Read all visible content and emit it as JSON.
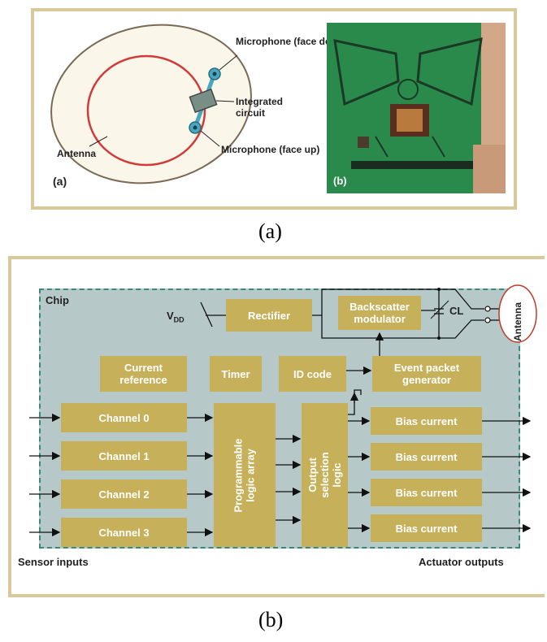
{
  "top_figure": {
    "labels": {
      "microphone_face_down": "Microphone (face down)",
      "integrated_circuit": "Integrated circuit",
      "antenna": "Antenna",
      "microphone_face_up": "Microphone (face up)",
      "sub_a": "(a)",
      "sub_b": "(b)"
    },
    "caption": "(a)"
  },
  "bottom_figure": {
    "chip_label": "Chip",
    "vdd_main": "V",
    "vdd_sub": "DD",
    "blocks": {
      "rectifier": "Rectifier",
      "backscatter_modulator": "Backscatter modulator",
      "current_reference": "Current reference",
      "timer": "Timer",
      "id_code": "ID code",
      "event_packet_generator": "Event packet generator",
      "channel_0": "Channel 0",
      "channel_1": "Channel 1",
      "channel_2": "Channel 2",
      "channel_3": "Channel 3",
      "programmable_logic_array": "Programmable logic array",
      "output_selection_logic": "Output selection logic",
      "bias_current_1": "Bias current",
      "bias_current_2": "Bias current",
      "bias_current_3": "Bias current",
      "bias_current_4": "Bias current"
    },
    "cl_label": "CL",
    "antenna_label": "Antenna",
    "sensor_inputs": "Sensor inputs",
    "actuator_outputs": "Actuator outputs",
    "caption": "(b)",
    "colors": {
      "block_fill": "#c7b05a",
      "chip_fill": "#b6c9c8",
      "frame": "#d9c99a",
      "antenna_circle": "#c0392b"
    }
  }
}
